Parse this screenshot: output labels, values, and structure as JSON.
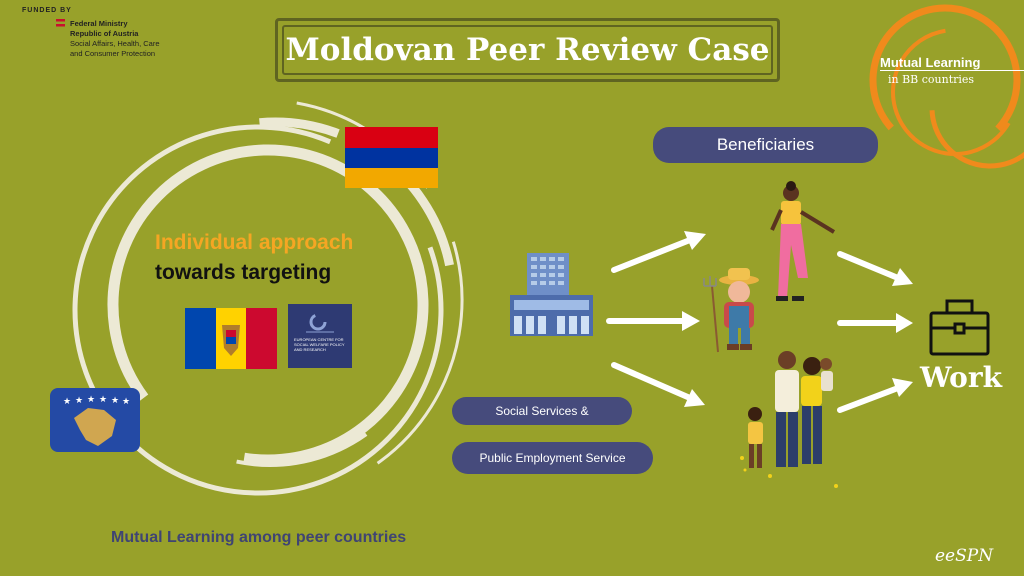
{
  "header": {
    "funded_by": "FUNDED BY",
    "ministry_line1": "Federal Ministry",
    "ministry_line2": "Republic of Austria",
    "ministry_line3": "Social Affairs, Health, Care",
    "ministry_line4": "and Consumer Protection"
  },
  "title": "Moldovan Peer Review Case",
  "logo": {
    "name": "Mutual Learning",
    "sub": "in BB countries"
  },
  "center_text": {
    "line1": "Individual approach",
    "line2": "towards targeting"
  },
  "ecsw_logo_text": "EUROPEAN CENTRE FOR SOCIAL WELFARE POLICY AND RESEARCH",
  "labels": {
    "beneficiaries": "Beneficiaries",
    "social_services": "Social Services &",
    "pes": "Public Employment Service",
    "work": "Work"
  },
  "footer": "Mutual Learning among peer countries",
  "espn": "eeSPN",
  "colors": {
    "background": "#98a12a",
    "orange": "#f5a623",
    "pill": "#464b7c",
    "ring": "#ece9d5"
  },
  "icons": [
    "building-icon",
    "farmer-figure",
    "woman-figure",
    "family-figure",
    "briefcase-icon",
    "armenia-flag",
    "moldova-flag",
    "kosovo-flag"
  ]
}
